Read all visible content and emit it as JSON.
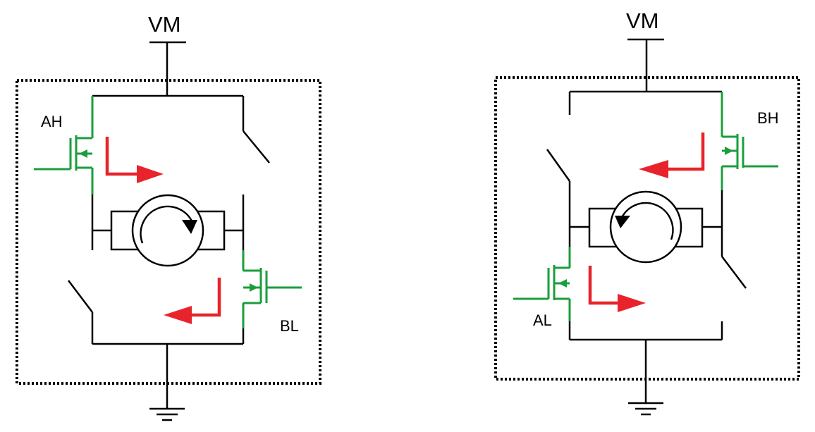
{
  "left_bridge": {
    "supply_label": "VM",
    "high_fet_label": "AH",
    "low_fet_label": "BL",
    "motor_rotation": "clockwise"
  },
  "right_bridge": {
    "supply_label": "VM",
    "high_fet_label": "BH",
    "low_fet_label": "AL",
    "motor_rotation": "counter-clockwise"
  },
  "colors": {
    "fet": "#1a9e3c",
    "current_arrow": "#e8232b",
    "wire": "#000000"
  }
}
